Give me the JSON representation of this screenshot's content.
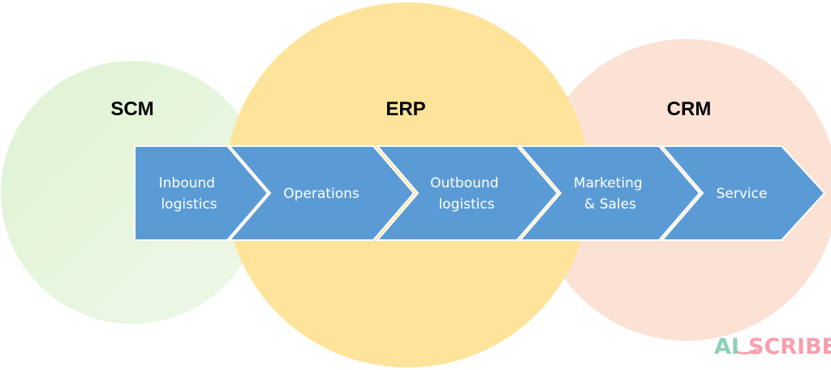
{
  "circles": [
    {
      "label": "SCM",
      "fill": "#e3f5d9"
    },
    {
      "label": "ERP",
      "fill": "#fde49a"
    },
    {
      "label": "CRM",
      "fill": "#fbe2d4"
    }
  ],
  "chevrons": {
    "fill": "#5b9bd5",
    "steps": [
      {
        "lines": [
          "Inbound",
          "logistics"
        ]
      },
      {
        "lines": [
          "Operations"
        ]
      },
      {
        "lines": [
          "Outbound",
          "logistics"
        ]
      },
      {
        "lines": [
          "Marketing",
          "& Sales"
        ]
      },
      {
        "lines": [
          "Service"
        ]
      }
    ]
  },
  "logo": {
    "left": "AI",
    "right": "SCRIBE",
    "left_color": "#8ed0b8",
    "right_color": "#f4a0b0"
  }
}
